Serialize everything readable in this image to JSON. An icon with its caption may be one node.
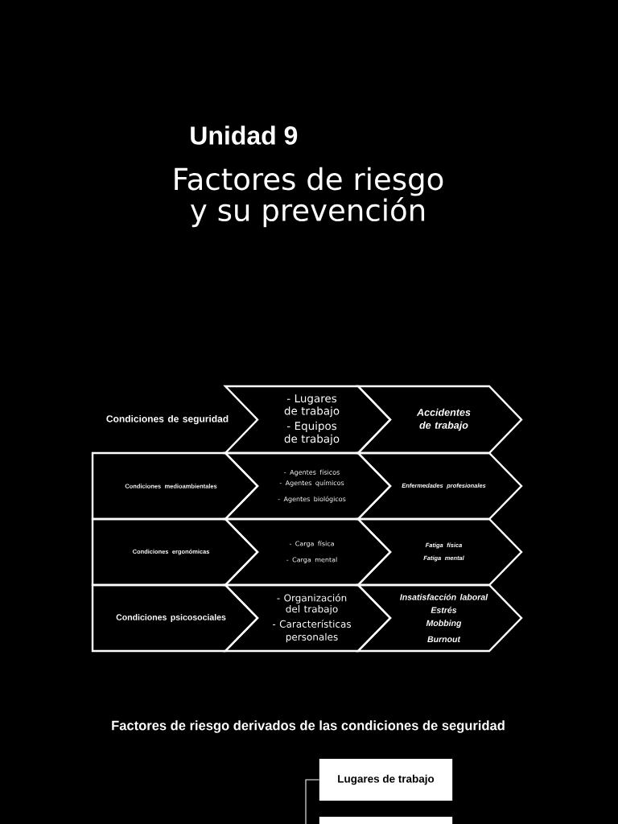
{
  "diagram": {
    "title": "Unidad 9",
    "nodes": [
      {
        "text": [
          "Condiciones de seguridad"
        ]
      },
      {
        "text": [
          "- Lugares de trabajo",
          "- Equipos de trabajo"
        ]
      },
      {
        "text": [
          "Accidentes de trabajo"
        ]
      },
      {
        "text": [
          "Condiciones  medioambientales"
        ]
      },
      {
        "text": [
          "- Agentes físicos",
          "- Agentes químicos",
          "- Agentes biológicos"
        ]
      },
      {
        "text": [
          "Enfermedades profesionales"
        ]
      },
      {
        "text": [
          "Condiciones ergonómicas"
        ]
      },
      {
        "text": [
          "- Carga física",
          "- Carga mental"
        ]
      },
      {
        "text": [
          "Fatiga física",
          "Fatiga mental"
        ]
      },
      {
        "text": [
          "Condiciones psicosociales"
        ]
      },
      {
        "text": [
          "- Organización del trabajo",
          "- Características personales"
        ]
      },
      {
        "text": [
          "Insatisfacción laboral",
          "Estrés",
          "Mobbing",
          "Burnout"
        ]
      },
      {
        "text": [
          "Lugares de trabajo"
        ]
      },
      {
        "text": [],
        "shape": "box"
      }
    ],
    "edges": [
      {
        "from": null,
        "to": 12,
        "arrow": "none"
      }
    ],
    "labels": [
      "Factores de riesgo y su prevención",
      "Factores de riesgo derivados de las condiciones de seguridad"
    ]
  }
}
